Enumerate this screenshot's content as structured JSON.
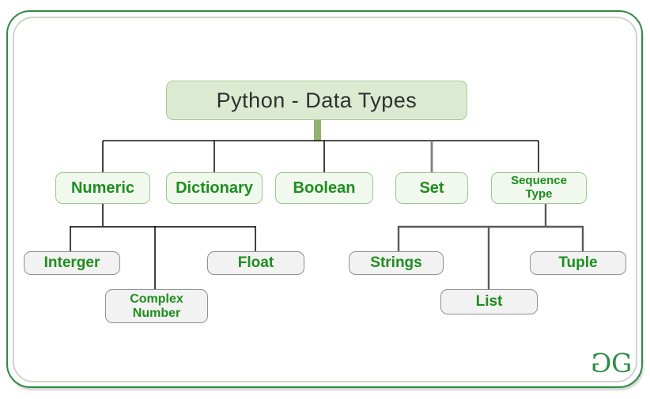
{
  "diagram": {
    "root": {
      "label": "Python - Data Types"
    },
    "level2": {
      "numeric": {
        "label": "Numeric"
      },
      "dictionary": {
        "label": "Dictionary"
      },
      "boolean": {
        "label": "Boolean"
      },
      "set": {
        "label": "Set"
      },
      "sequence_type": {
        "label": "Sequence Type"
      }
    },
    "numeric_children": {
      "integer": {
        "label": "Interger"
      },
      "complex_number": {
        "label": "Complex Number"
      },
      "float": {
        "label": "Float"
      }
    },
    "sequence_children": {
      "strings": {
        "label": "Strings"
      },
      "list": {
        "label": "List"
      },
      "tuple": {
        "label": "Tuple"
      }
    }
  },
  "logo": {
    "g_left": "G",
    "g_right": "G"
  },
  "colors": {
    "frame_green": "#2e8b46",
    "frame_inner": "#ccd5cb",
    "root_bg": "#dcead2",
    "root_border": "#a9c897",
    "root_text": "#2f2f2f",
    "node_green_bg": "#f1f8ee",
    "node_green_border": "#9cc593",
    "node_gray_bg": "#f2f2f2",
    "node_gray_border": "#8f8f8f",
    "green_text": "#1e8e1e",
    "logo_green": "#2f8d46",
    "connector_black": "#141414",
    "connector_gray": "#5a5a5a",
    "connector_set": "#808080",
    "stub_green": "#90b06f"
  }
}
